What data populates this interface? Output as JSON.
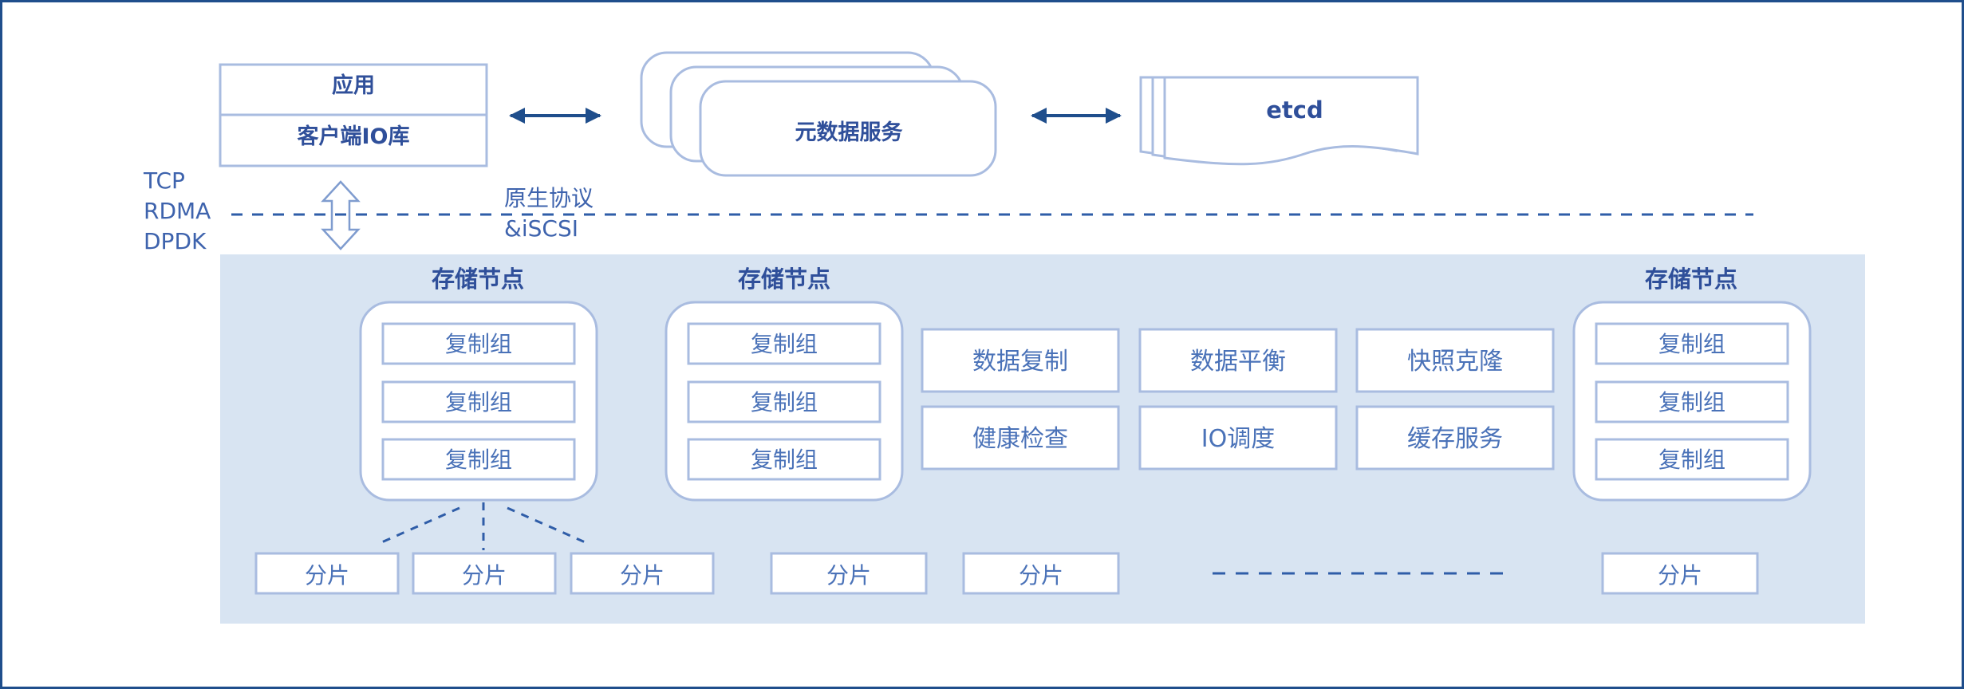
{
  "top": {
    "app_label": "应用",
    "client_lib_label": "客户端IO库",
    "metadata_label": "元数据服务",
    "etcd_label": "etcd"
  },
  "protocols": {
    "left": [
      "TCP",
      "RDMA",
      "DPDK"
    ],
    "right": [
      "原生协议",
      "&iSCSI"
    ]
  },
  "cluster": {
    "nodes": [
      {
        "title": "存储节点",
        "groups": [
          "复制组",
          "复制组",
          "复制组"
        ]
      },
      {
        "title": "存储节点",
        "groups": [
          "复制组",
          "复制组",
          "复制组"
        ]
      },
      {
        "title": "存储节点",
        "groups": [
          "复制组",
          "复制组",
          "复制组"
        ]
      }
    ],
    "services": [
      "数据复制",
      "数据平衡",
      "快照克隆",
      "健康检查",
      "IO调度",
      "缓存服务"
    ],
    "shards": [
      "分片",
      "分片",
      "分片",
      "分片",
      "分片",
      "分片"
    ]
  },
  "colors": {
    "frame": "#1f4e8c",
    "stroke": "#a9bce0",
    "panel": "#d8e4f2",
    "dash": "#2f5da8",
    "arrow": "#1f4e8c"
  }
}
